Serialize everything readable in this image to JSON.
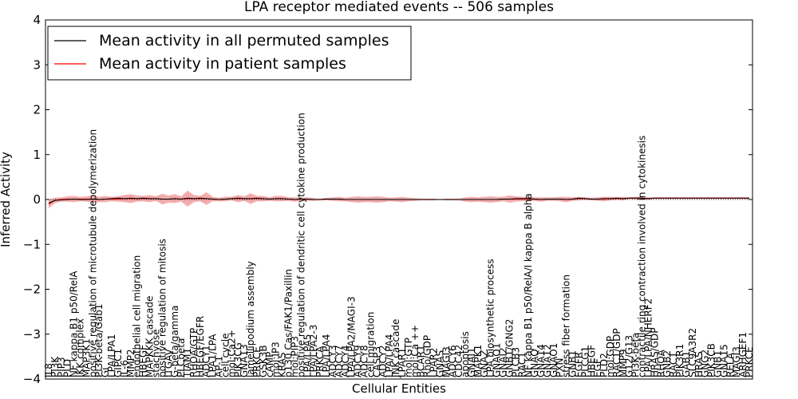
{
  "chart_data": {
    "type": "line",
    "title": "LPA receptor mediated events -- 506 samples",
    "xlabel": "Cellular Entities",
    "ylabel": "Inferred Activity",
    "ylim": [
      -4,
      4
    ],
    "yticks": [
      "4",
      "3",
      "2",
      "1",
      "0",
      "−1",
      "−2",
      "−3",
      "−4"
    ],
    "legend_position": "top-left",
    "grid": false,
    "colors": {
      "permuted": "#000000",
      "patient": "#ff0000",
      "band": "#f4a0a0",
      "permuted_band": "#c8d8e0"
    },
    "categories": [
      "IL8",
      "PI3K",
      "PIP3",
      "PLD",
      "NF kappa B1 p50/RelA",
      "IKK complex",
      "MAP3K1",
      "positive regulation of microtubule depolymerization",
      "PI3K-beta/Gab1",
      "Gi",
      "LPA/LPA1",
      "GIPC1",
      "IL-6",
      "MMP2",
      "endothelial cell migration",
      "HBEGF",
      "MAPKKK cascade",
      "stachyose",
      "positive regulation of mitosis",
      "ITGAV",
      "G-beta/gamma",
      "PLCbeta",
      "TIAM1",
      "RHOA/GTP",
      "HBEGF/EGFR",
      "ADCY1",
      "LPA1/LPA",
      "AP-1",
      "cell cycle",
      "mol:Ca2+",
      "PIK3CG",
      "GNA13",
      "lamellipodium assembly",
      "PRKCE",
      "GSK3B",
      "cAMP",
      "mol:IP3",
      "KRAS",
      "p130 Cas/FAK1/Paxillin",
      "mol:PIP3",
      "positive regulation of dendritic cell cytokine production",
      "LPA/LPA5",
      "LPA/LPA2-3",
      "PRKCA",
      "LPA/LPA4",
      "ADCY3",
      "ADCY7",
      "ADCY4",
      "LPA/LPA2/MAGI-3",
      "ADCY9",
      "ADCY8",
      "cell migration",
      "CASP3",
      "ADCY2",
      "LPA/LPA4",
      "JNK cascade",
      "LPAR1",
      "mol:GTP",
      "mol:Ca ++",
      "BCAR1",
      "Rho/GDP",
      "LPAR2",
      "GNAS",
      "MAGI3",
      "ADCY6",
      "CDC42",
      "apoptosis",
      "GNAI1",
      "MAPK1",
      "GNAZ",
      "LPA biosynthetic process",
      "GNAO1",
      "GNAI2",
      "GNB1/GNG2",
      "PLCB3",
      "RAC1",
      "NF kappa B1 p50/RelA/I kappa B alpha",
      "GNAQ",
      "GNA14",
      "GNA12",
      "GNAO1",
      "PXN",
      "stress fiber formation",
      "GNB1",
      "EGFR",
      "PLCG1",
      "HBEGF",
      "EGF",
      "PLD2",
      "mol:GDP",
      "RAC1/GDP",
      "MMP9",
      "G12/G13",
      "PI3K-beta",
      "contractile ring contraction involved in cytokinesis",
      "LPA/LPA/NHERF2",
      "HRAS/GDP",
      "RHOA",
      "GNB2",
      "RAC1",
      "PIK3R1",
      "GAB1",
      "SLC9A3R2",
      "HRAS",
      "GNG2",
      "PIK3CB",
      "GNB1",
      "GNA15",
      "RELA",
      "MAGI3",
      "ARHGEF1",
      "PRKCE"
    ],
    "series": [
      {
        "name": "Mean activity in all permuted samples",
        "values": [
          -0.08,
          -0.02,
          -0.01,
          0.0,
          0.01,
          0.0,
          0.0,
          0.01,
          0.0,
          0.01,
          0.02,
          0.03,
          0.02,
          0.03,
          0.02,
          0.03,
          0.02,
          0.02,
          0.01,
          0.01,
          0.02,
          0.01,
          0.03,
          0.02,
          0.03,
          0.02,
          0.01,
          0.0,
          0.01,
          0.02,
          0.03,
          0.02,
          0.02,
          0.03,
          0.02,
          0.01,
          0.02,
          0.02,
          0.01,
          0.0,
          0.01,
          0.01,
          0.0,
          0.0,
          0.01,
          0.01,
          0.01,
          0.0,
          0.0,
          0.0,
          0.0,
          0.0,
          0.0,
          0.0,
          0.0,
          0.0,
          0.0,
          0.0,
          0.0,
          0.0,
          0.0,
          0.0,
          0.0,
          0.0,
          0.0,
          0.0,
          0.0,
          0.0,
          0.0,
          0.0,
          0.0,
          0.0,
          0.01,
          0.01,
          0.02,
          0.02,
          0.02,
          0.01,
          0.0,
          0.01,
          0.01,
          0.01,
          0.0,
          0.01,
          0.03,
          0.02,
          0.01,
          0.01,
          0.02,
          0.02,
          0.03,
          0.02,
          0.03,
          0.03,
          0.03,
          0.02,
          0.03,
          0.03,
          0.03,
          0.03,
          0.03,
          0.03,
          0.03,
          0.03,
          0.03,
          0.03,
          0.03,
          0.03,
          0.03,
          0.03,
          0.03,
          0.03,
          0.03,
          0.03,
          -0.04
        ]
      },
      {
        "name": "Mean activity in patient samples",
        "values": [
          -0.1,
          -0.02,
          0.0,
          0.01,
          0.01,
          0.01,
          0.01,
          0.01,
          0.0,
          0.01,
          0.01,
          0.01,
          0.02,
          0.02,
          0.02,
          0.02,
          0.02,
          0.02,
          0.01,
          0.01,
          0.02,
          0.01,
          0.02,
          0.02,
          0.02,
          0.02,
          0.01,
          0.0,
          0.01,
          0.02,
          0.02,
          0.02,
          0.02,
          0.02,
          0.02,
          0.01,
          0.02,
          0.02,
          0.01,
          0.0,
          0.01,
          0.01,
          0.0,
          0.0,
          0.01,
          0.01,
          0.01,
          0.0,
          0.0,
          0.0,
          0.0,
          0.0,
          0.0,
          0.0,
          0.0,
          0.0,
          0.0,
          0.0,
          0.0,
          0.0,
          0.0,
          0.0,
          0.0,
          0.0,
          0.0,
          0.0,
          0.0,
          0.0,
          0.0,
          0.0,
          0.0,
          0.0,
          0.01,
          0.01,
          0.01,
          0.01,
          0.01,
          0.01,
          0.0,
          0.01,
          0.01,
          0.01,
          0.0,
          0.01,
          0.02,
          0.02,
          0.01,
          0.01,
          0.01,
          0.02,
          0.02,
          0.02,
          0.03,
          0.03,
          0.03,
          0.02,
          0.03,
          0.03,
          0.03,
          0.03,
          0.03,
          0.03,
          0.03,
          0.03,
          0.03,
          0.03,
          0.03,
          0.03,
          0.03,
          0.03,
          0.03,
          0.03,
          0.03,
          0.03,
          -0.04
        ]
      }
    ],
    "band_halfwidth": [
      0.1,
      0.06,
      0.05,
      0.06,
      0.07,
      0.05,
      0.06,
      0.08,
      0.06,
      0.07,
      0.05,
      0.06,
      0.08,
      0.1,
      0.07,
      0.06,
      0.08,
      0.05,
      0.12,
      0.08,
      0.1,
      0.06,
      0.18,
      0.08,
      0.06,
      0.14,
      0.05,
      0.04,
      0.05,
      0.04,
      0.08,
      0.05,
      0.12,
      0.06,
      0.06,
      0.04,
      0.06,
      0.06,
      0.04,
      0.05,
      0.04,
      0.04,
      0.03,
      0.02,
      0.03,
      0.04,
      0.05,
      0.04,
      0.06,
      0.07,
      0.06,
      0.06,
      0.07,
      0.06,
      0.04,
      0.05,
      0.06,
      0.04,
      0.03,
      0.02,
      0.02,
      0.02,
      0.01,
      0.02,
      0.02,
      0.02,
      0.05,
      0.06,
      0.05,
      0.06,
      0.07,
      0.06,
      0.05,
      0.08,
      0.06,
      0.05,
      0.05,
      0.04,
      0.05,
      0.04,
      0.04,
      0.05,
      0.06,
      0.04,
      0.04,
      0.03,
      0.03,
      0.04,
      0.05,
      0.04,
      0.03,
      0.04,
      0.02,
      0.03,
      0.03,
      0.03,
      0.02,
      0.02,
      0.02,
      0.02,
      0.02,
      0.02,
      0.02,
      0.02,
      0.02,
      0.02,
      0.02,
      0.02,
      0.02,
      0.02,
      0.02,
      0.02,
      0.02,
      0.02,
      0.07
    ]
  }
}
